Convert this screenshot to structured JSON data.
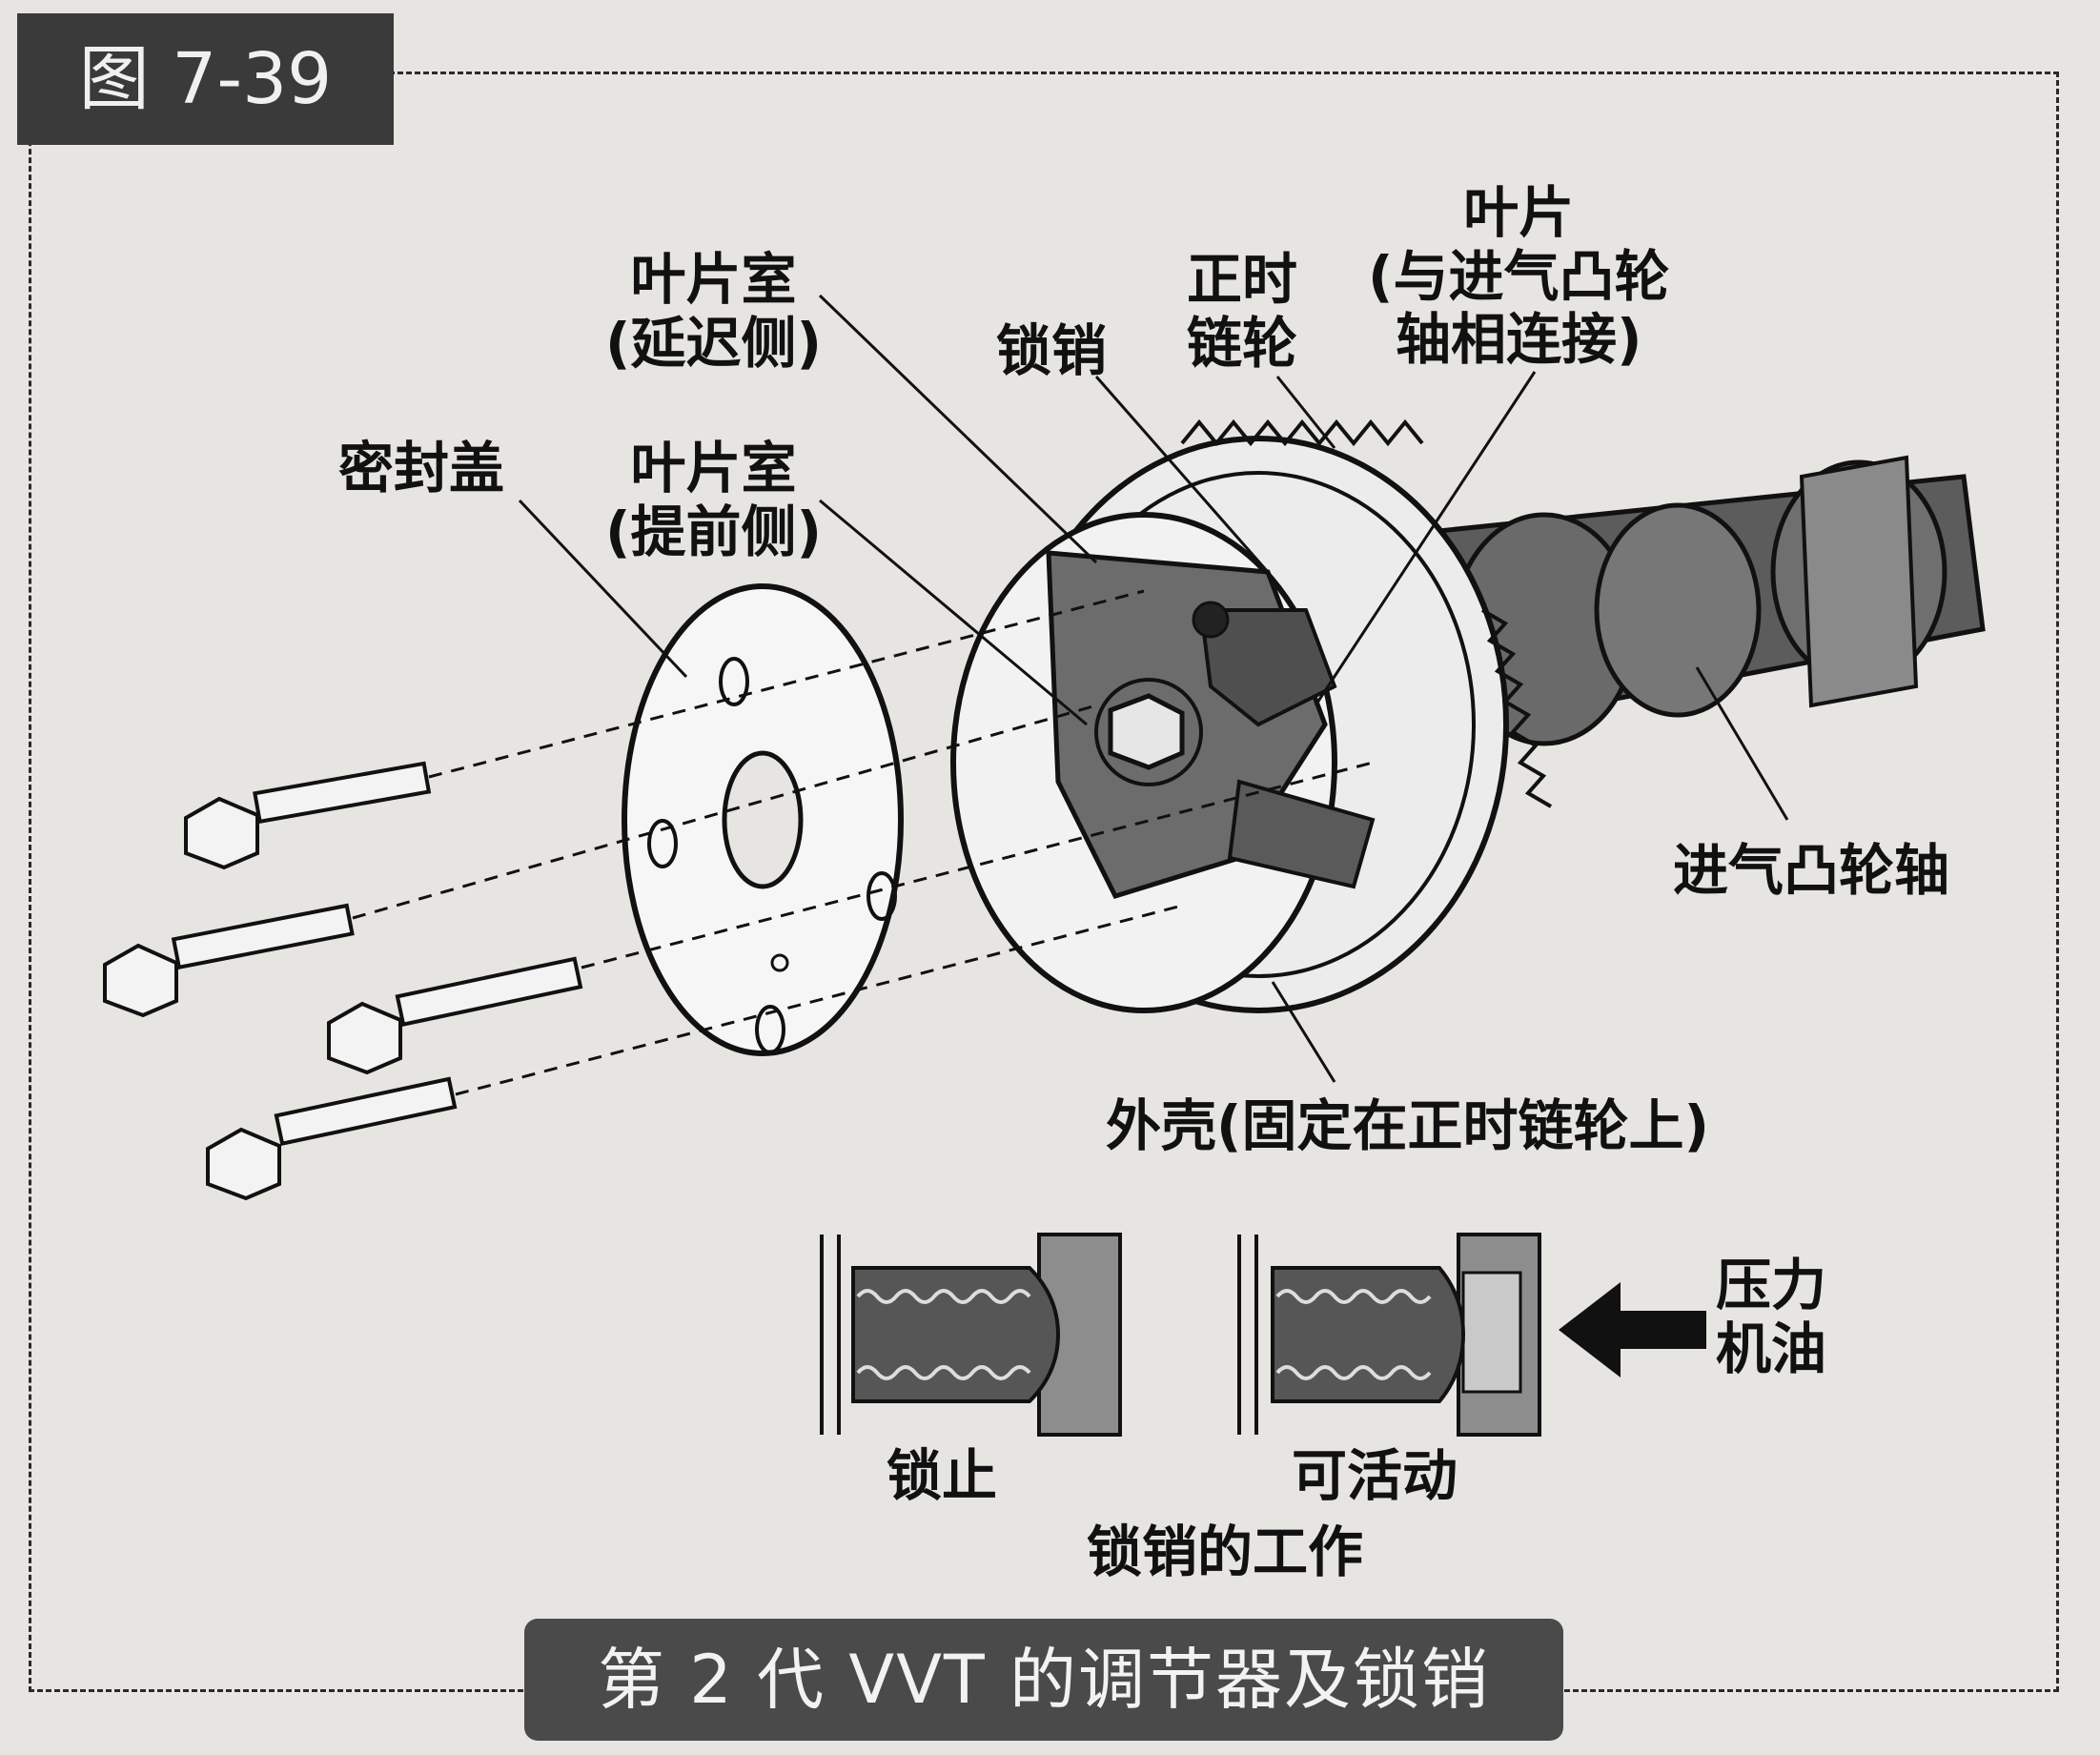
{
  "figure": {
    "number": "图 7-39",
    "caption": "第 2 代 VVT 的调节器及锁销"
  },
  "labels": {
    "chamber_retard": [
      "叶片室",
      "(延迟侧)"
    ],
    "chamber_advance": [
      "叶片室",
      "(提前侧)"
    ],
    "seal_cover": "密封盖",
    "lock_pin": "锁销",
    "timing_sprocket": [
      "正时",
      "链轮"
    ],
    "vane": [
      "叶片",
      "(与进气凸轮",
      "轴相连接)"
    ],
    "intake_camshaft": "进气凸轮轴",
    "housing": "外壳(固定在正时链轮上)",
    "pressure_oil": [
      "压力",
      "机油"
    ],
    "locked": "锁止",
    "movable": "可活动",
    "pin_operation": "锁销的工作"
  }
}
